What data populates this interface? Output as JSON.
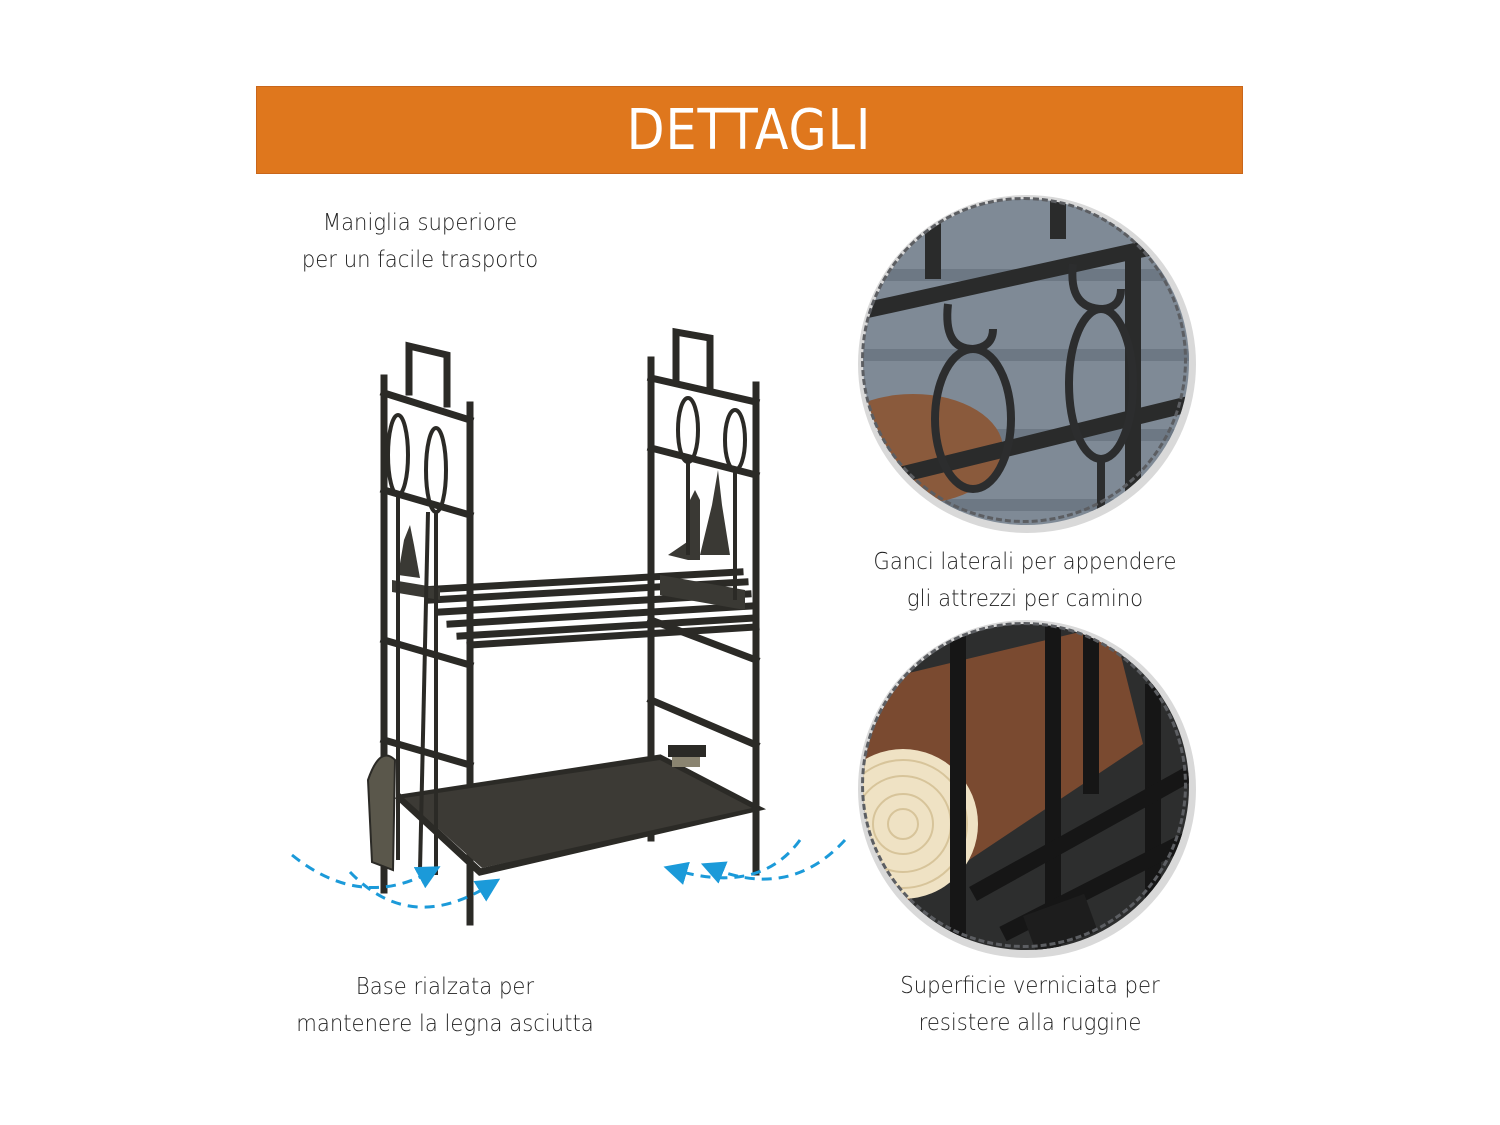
{
  "header": {
    "title": "DETTAGLI",
    "background_color": "#df771d",
    "text_color": "#ffffff"
  },
  "features": {
    "handle": {
      "line1": "Maniglia superiore",
      "line2": "per un facile trasporto"
    },
    "hooks": {
      "line1": "Ganci laterali per appendere",
      "line2": "gli attrezzi per camino"
    },
    "base": {
      "line1": "Base rialzata per",
      "line2": "mantenere la legna asciutta"
    },
    "surface": {
      "line1": "Superficie verniciata per",
      "line2": "resistere alla ruggine"
    }
  },
  "images": {
    "main_product": "metal-log-rack-with-fireplace-tools-and-deer-silhouettes",
    "detail_1": "close-up-of-side-hooks-holding-tool-handles",
    "detail_2": "close-up-of-painted-frame-with-log"
  },
  "accent_colors": {
    "airflow_arrows": "#1b9ad9",
    "rack_metal": "#2b2a26",
    "circle_border": "#5c5e62"
  }
}
